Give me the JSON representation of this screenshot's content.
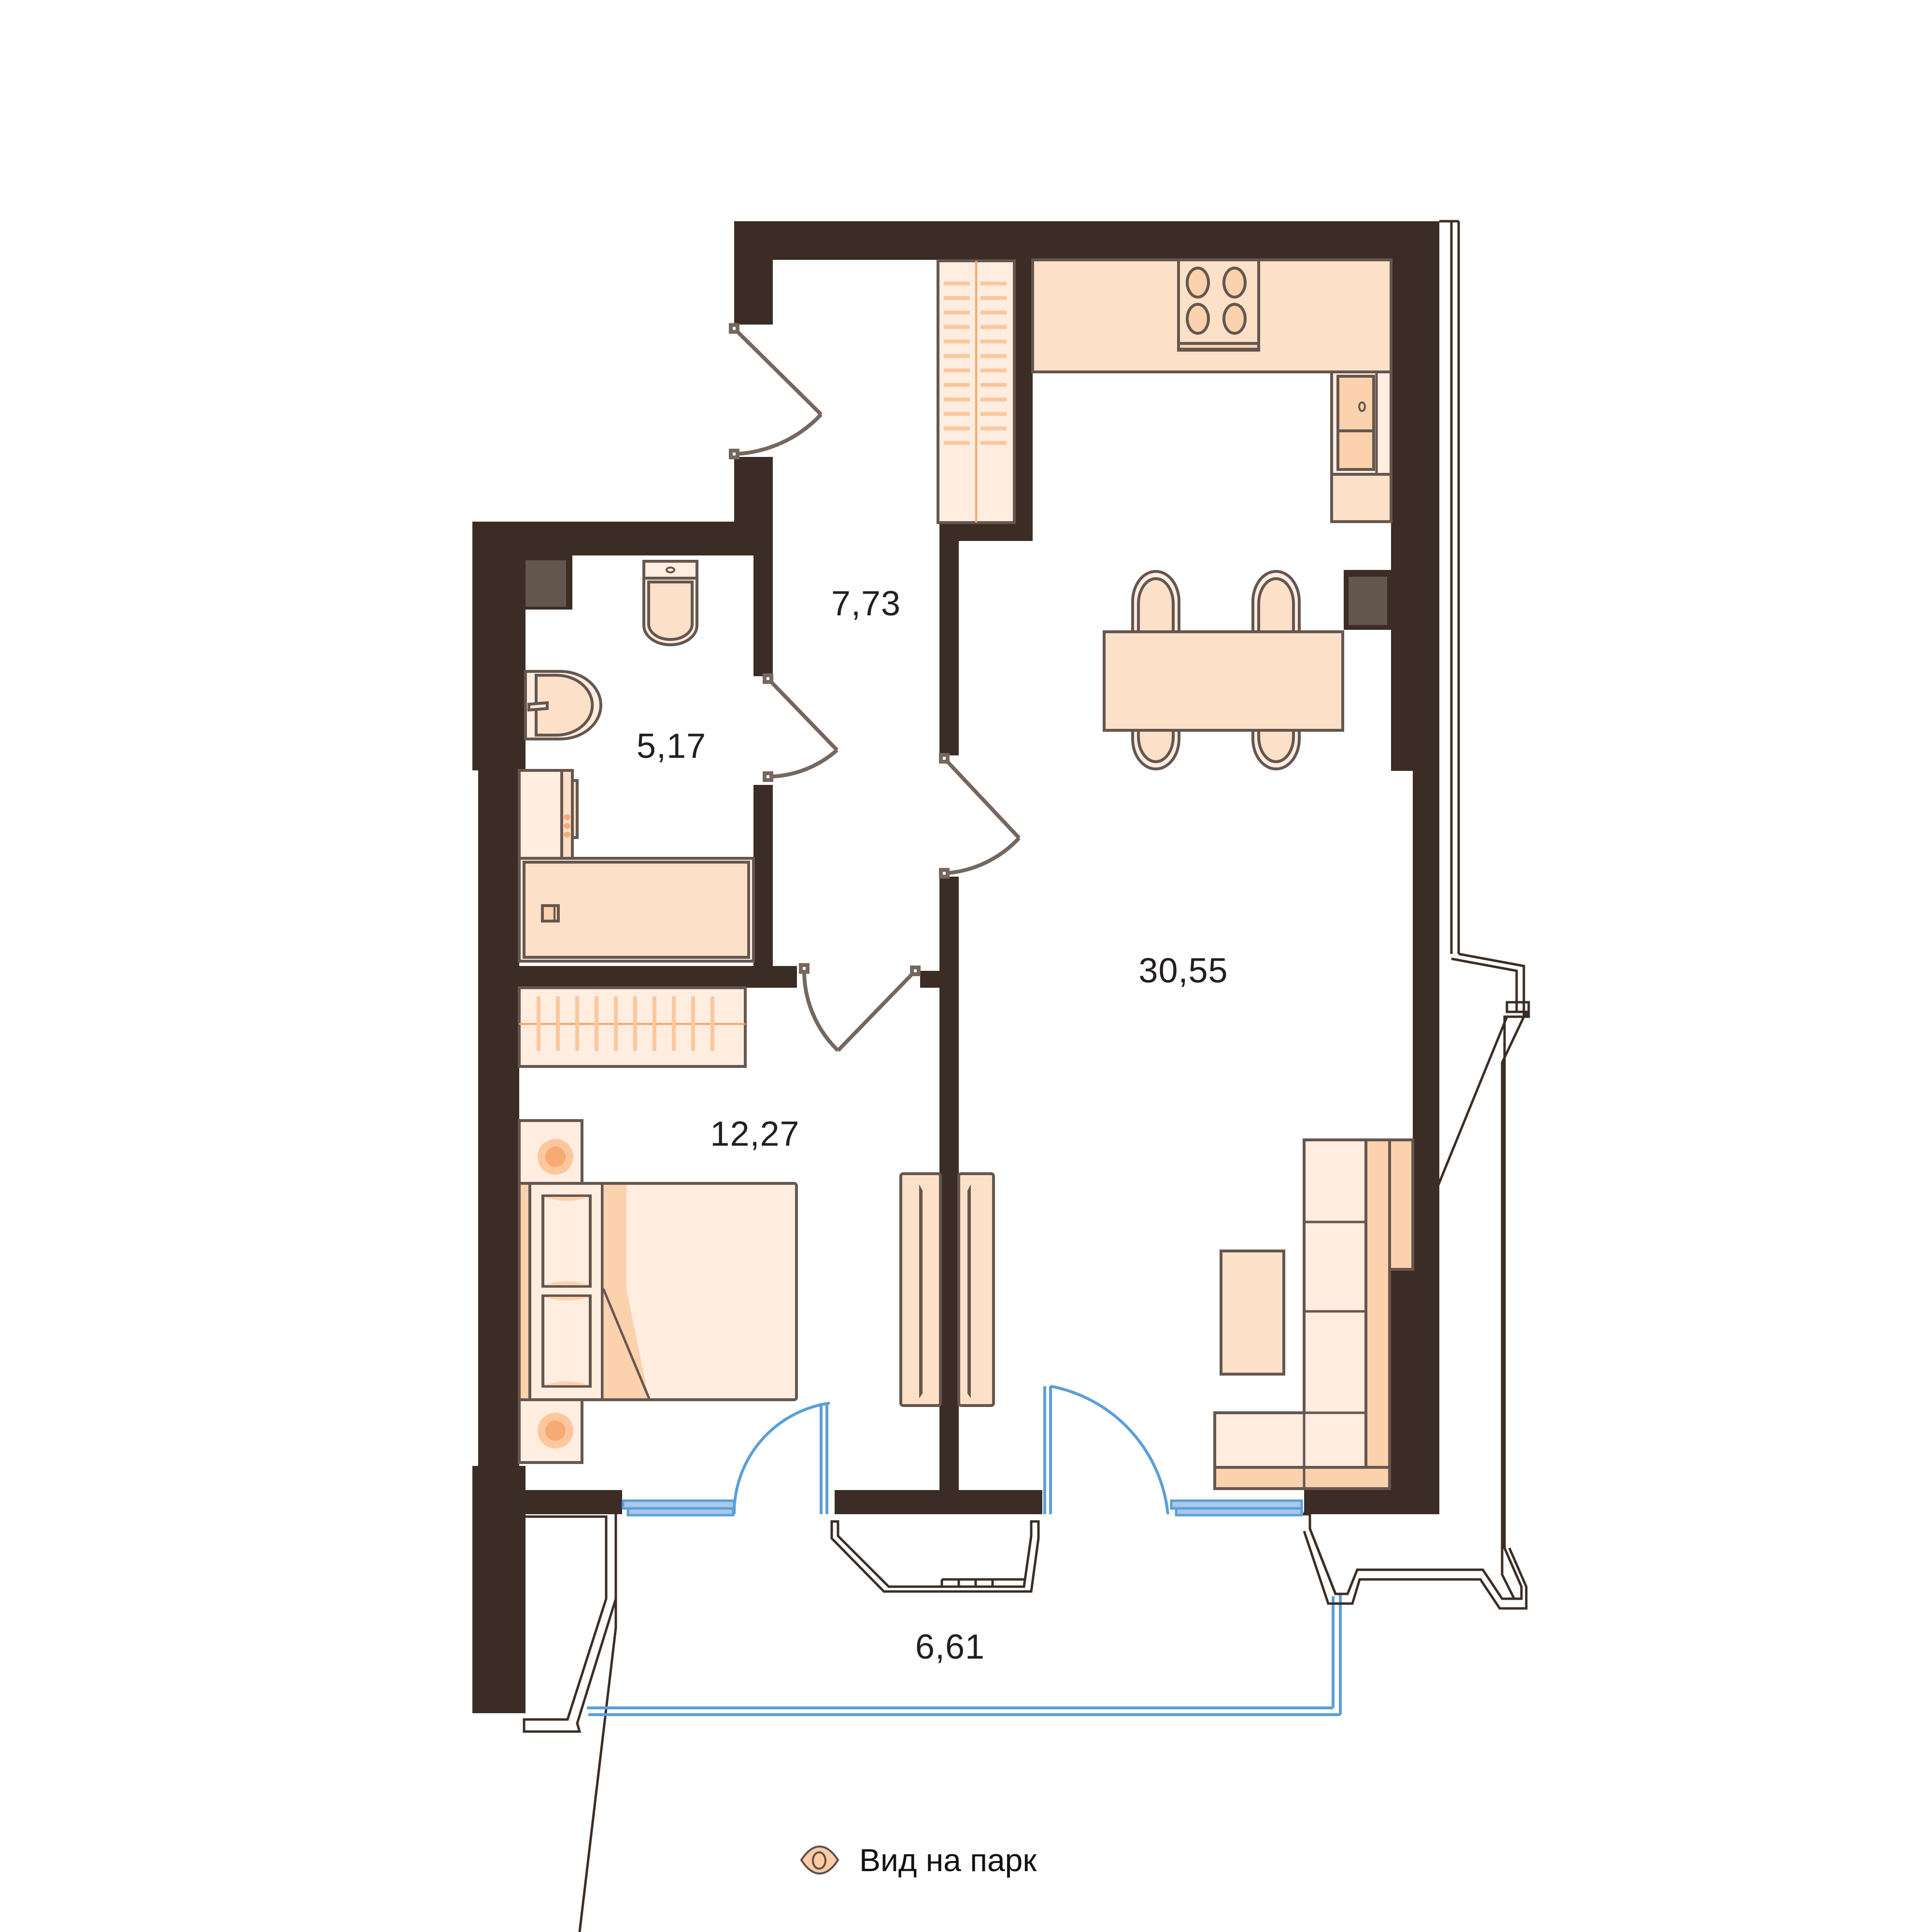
{
  "plan": {
    "colors": {
      "wall": "#3b2d25",
      "furniture_light": "#ffede0",
      "furniture_mid": "#fde0c8",
      "furniture_accent": "#fcd1ae",
      "accent_orange": "#f8aa74",
      "outline": "#65574f",
      "door": "#75675f",
      "window_blue": "#5b9fd6",
      "window_fill": "#a9c8ea",
      "column_grey": "#63564d",
      "background": "#ffffff"
    },
    "rooms": [
      {
        "id": "hallway",
        "area": "7,73"
      },
      {
        "id": "bathroom",
        "area": "5,17"
      },
      {
        "id": "kitchen-living",
        "area": "30,55"
      },
      {
        "id": "bedroom",
        "area": "12,27"
      },
      {
        "id": "balcony",
        "area": "6,61"
      }
    ]
  },
  "legend": {
    "icon": "eye-icon",
    "label": "Вид на парк"
  }
}
